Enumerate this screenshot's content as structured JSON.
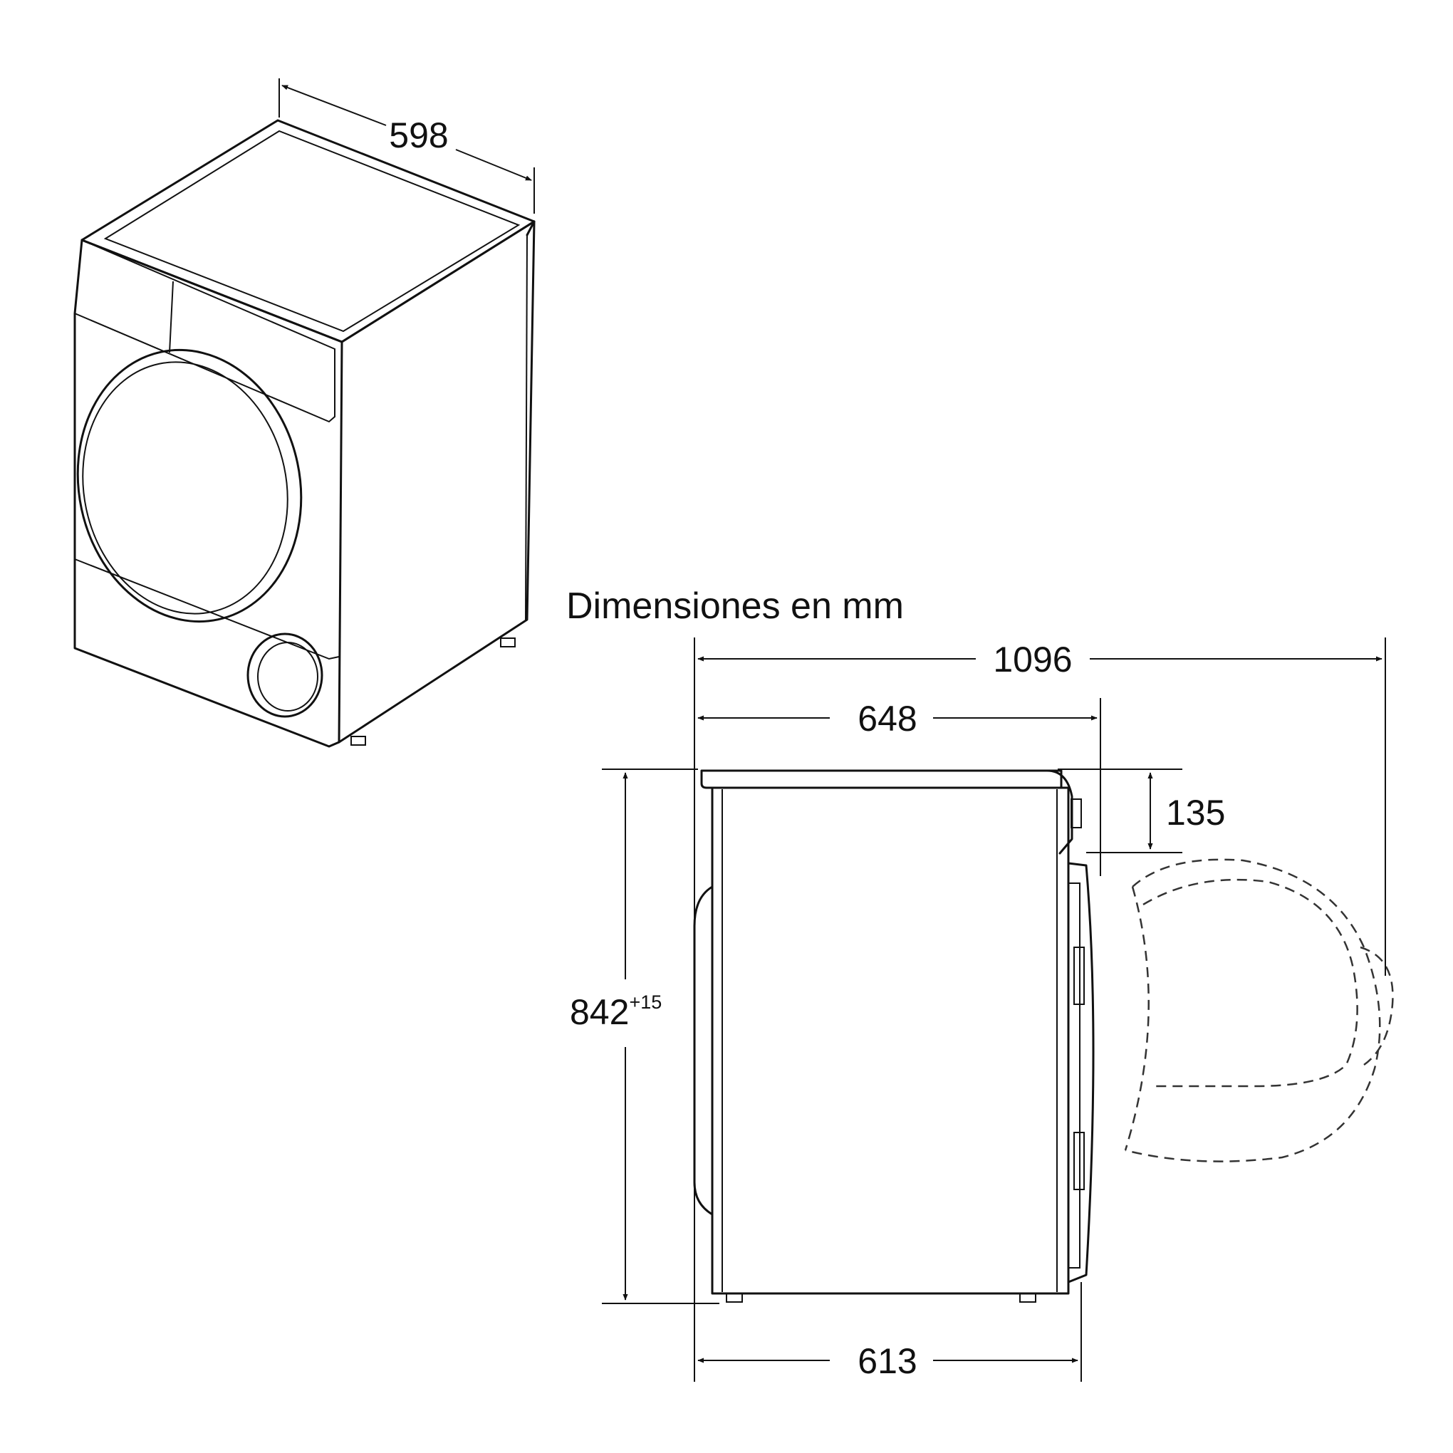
{
  "caption": "Dimensiones en mm",
  "dimensions": {
    "width": "598",
    "depth_door_open": "1096",
    "depth_top": "648",
    "height": "842",
    "height_tolerance": "+15",
    "control_panel_height": "135",
    "depth_base": "613"
  },
  "colors": {
    "line": "#111111",
    "background": "#ffffff"
  }
}
